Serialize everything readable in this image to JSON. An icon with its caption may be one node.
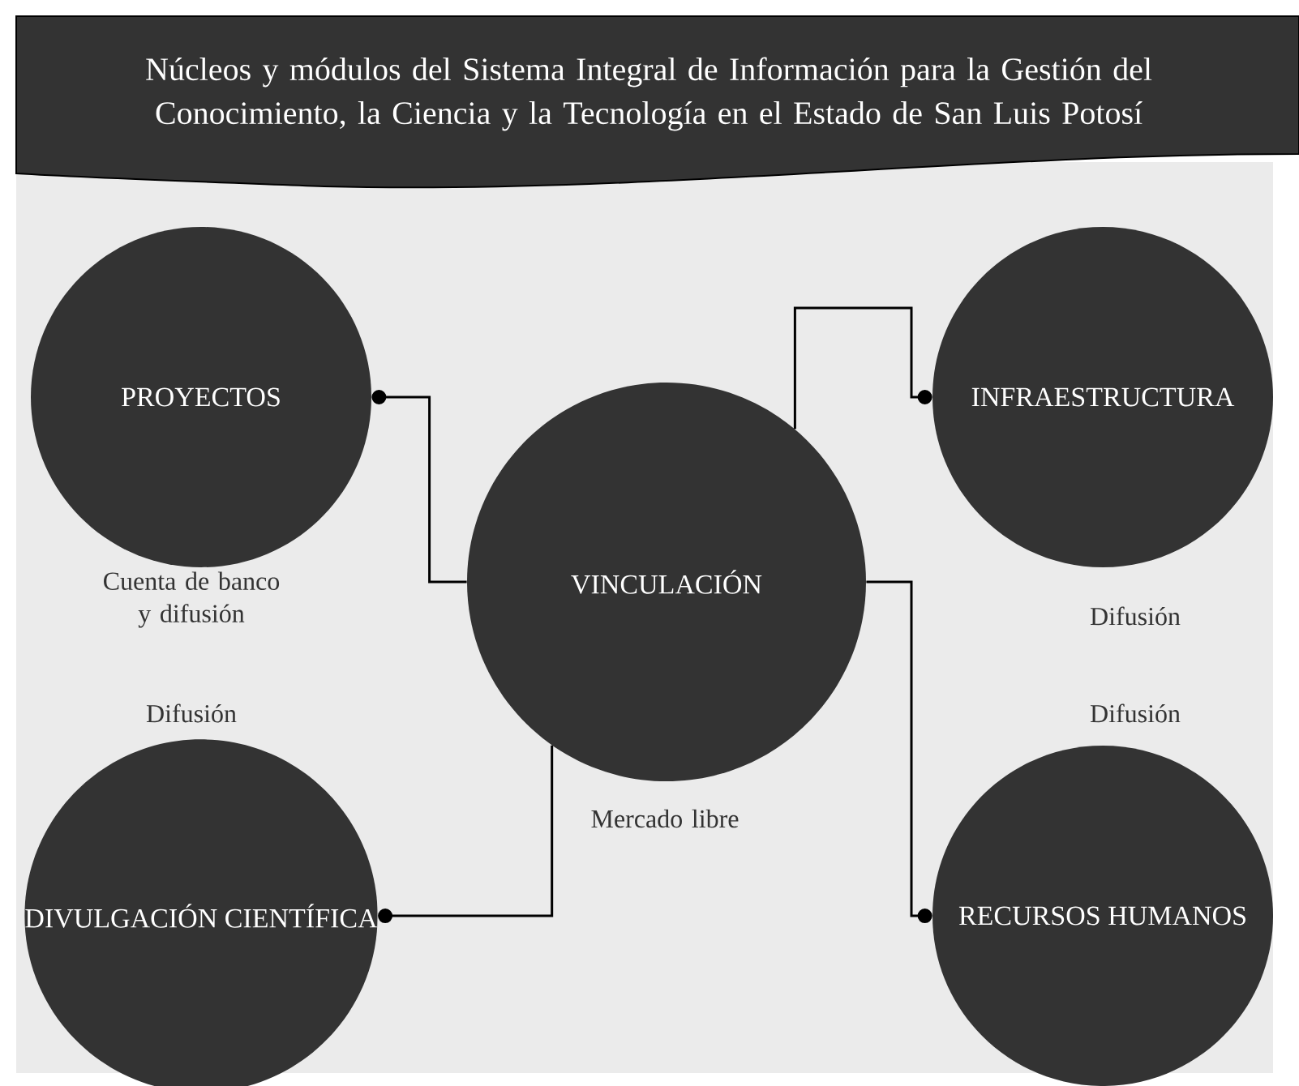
{
  "diagram": {
    "title": "Núcleos y módulos del Sistema Integral de Información para la Gestión del Conocimiento, la Ciencia y la Tecnología en el Estado de San Luis Potosí",
    "nodes": [
      {
        "text": [
          "PROYECTOS"
        ],
        "beside": [
          "Cuenta de banco y difusión"
        ]
      },
      {
        "text": [
          "INFRAESTRUCTURA"
        ],
        "beside": [
          "Difusión"
        ]
      },
      {
        "text": [
          "VINCULACIÓN"
        ],
        "beside": [
          "Mercado libre"
        ]
      },
      {
        "text": [
          "DIVULGACIÓN CIENTÍFICA"
        ],
        "beside": [
          "Difusión"
        ]
      },
      {
        "text": [
          "RECURSOS HUMANOS"
        ],
        "beside": [
          "Difusión"
        ]
      }
    ],
    "edges": [
      {
        "from": 2,
        "to": 0,
        "arrow": "other"
      },
      {
        "from": 2,
        "to": 1,
        "arrow": "other"
      },
      {
        "from": 2,
        "to": 3,
        "arrow": "other"
      },
      {
        "from": 2,
        "to": 4,
        "arrow": "other"
      }
    ]
  }
}
